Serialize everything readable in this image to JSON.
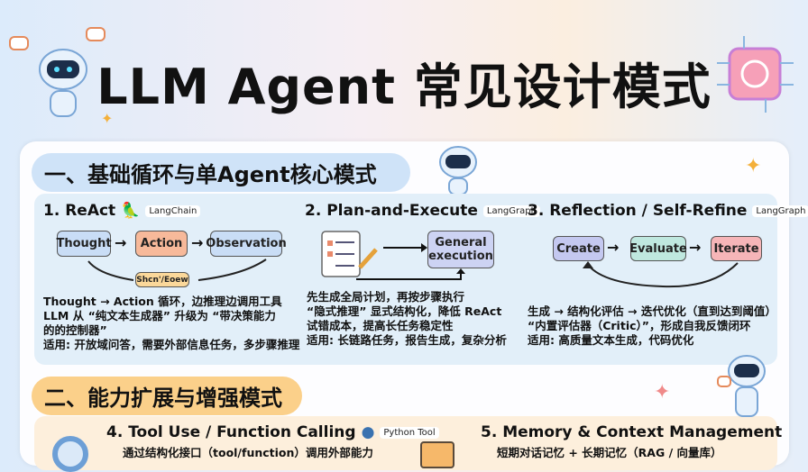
{
  "title": "LLM Agent 常见设计模式",
  "section1": {
    "header": "一、基础循环与单Agent核心模式",
    "react": {
      "title": "1. ReAct",
      "tag": "LangChain",
      "nodes": [
        "Thought",
        "Action",
        "Observation"
      ],
      "loop_label": "Shcn'/Eoew",
      "lines": [
        "Thought → Action 循环，边推理边调用工具",
        "LLM 从 “纯文本生成器” 升级为 “带决策能力",
        "的的控制器”",
        "适用: 开放域问答，需要外部信息任务，多步骤推理"
      ]
    },
    "plan": {
      "title": "2. Plan-and-Execute",
      "tag": "LangGraph",
      "node": "General execution",
      "lines": [
        "先生成全局计划，再按步骤执行",
        "“隐式推理” 显式结构化，降低 ReAct",
        "试错成本，提高长任务稳定性",
        "适用: 长链路任务，报告生成，复杂分析"
      ]
    },
    "reflection": {
      "title": "3. Reflection / Self-Refine",
      "tag": "LangGraph",
      "nodes": [
        "Create",
        "Evaluate",
        "Iterate"
      ],
      "lines": [
        "生成 → 结构化评估 → 迭代优化（直到达到阈值）",
        "“内置评估器（Critic）”，形成自我反馈闭环",
        "适用: 高质量文本生成，代码优化"
      ]
    }
  },
  "section2": {
    "header": "二、能力扩展与增强模式",
    "tool": {
      "title": "4. Tool Use / Function Calling",
      "tag": "Python Tool",
      "line": "通过结构化接口（tool/function）调用外部能力"
    },
    "memory": {
      "title": "5. Memory & Context Management",
      "line": "短期对话记忆 + 长期记忆（RAG / 向量库）"
    }
  },
  "colors": {
    "thought": "#c9ddf6",
    "action": "#f7b99a",
    "observation": "#c9ddf6",
    "create": "#c4c8f0",
    "evaluate": "#bfe8df",
    "iterate": "#f6b5b8",
    "general": "#cdd3f3",
    "loop": "#fbd89a"
  }
}
